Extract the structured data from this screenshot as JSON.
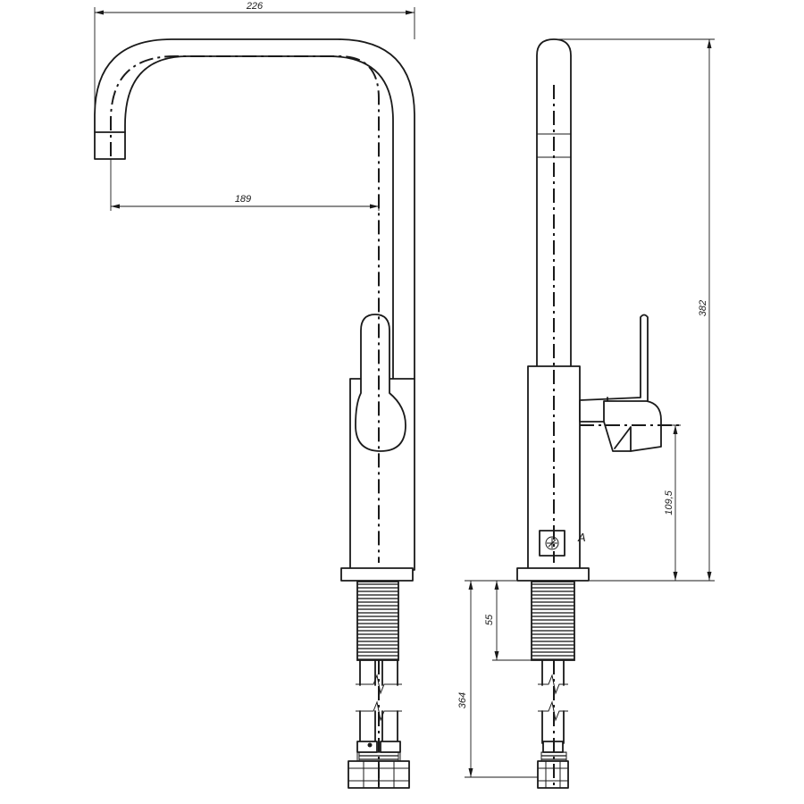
{
  "dimensions": {
    "total_reach": "226",
    "spout_reach": "189",
    "total_height": "382",
    "lever_height": "109,5",
    "shank_thread": "55",
    "hose_length": "364"
  },
  "labels": {
    "detail_a": "A"
  },
  "colors": {
    "line": "#1a1a1a",
    "background": "#ffffff"
  }
}
